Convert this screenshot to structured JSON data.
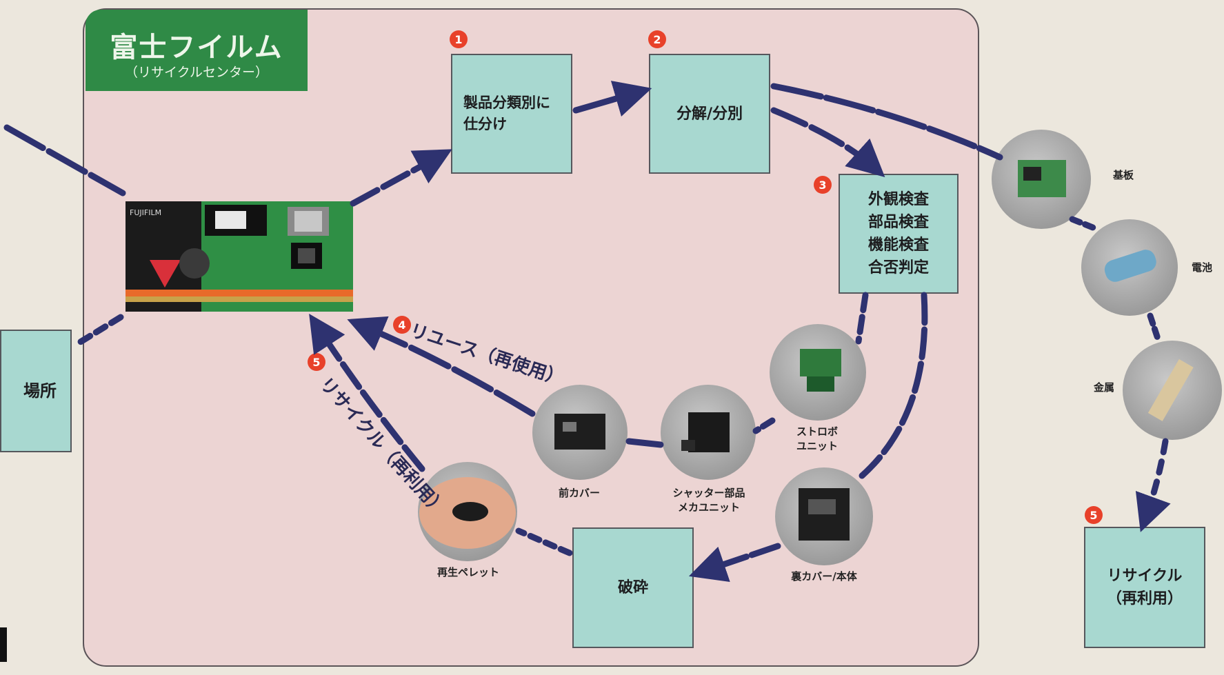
{
  "header": {
    "brand": "富士フイルム",
    "subtitle": "（リサイクルセンター）"
  },
  "steps": {
    "step1": {
      "number": "1",
      "label": "製品分類別に\n仕分け"
    },
    "step2": {
      "number": "2",
      "label": "分解/分別"
    },
    "step3": {
      "number": "3",
      "label": "外観検査\n部品検査\n機能検査\n合否判定"
    },
    "crush": {
      "label": "破砕"
    },
    "recycle_out": {
      "number": "5",
      "label": "リサイクル\n（再利用）"
    },
    "left_box": {
      "label": "場所"
    }
  },
  "flows": {
    "reuse": {
      "number": "4",
      "label": "リユース（再使用）"
    },
    "recycle": {
      "number": "5",
      "label": "リサイクル（再利用）"
    }
  },
  "parts": {
    "front_cover": "前カバー",
    "shutter_unit": "シャッター部品\nメカユニット",
    "strobe_unit": "ストロボ\nユニット",
    "back_cover": "裏カバー/本体",
    "pellet": "再生ペレット",
    "substrate": "基板",
    "battery": "電池",
    "metal": "金属"
  },
  "colors": {
    "panel": "#ecd4d3",
    "box": "#a8d8d0",
    "arrow": "#2e3270",
    "logo": "#2f8a46",
    "marker": "#e8412a"
  }
}
